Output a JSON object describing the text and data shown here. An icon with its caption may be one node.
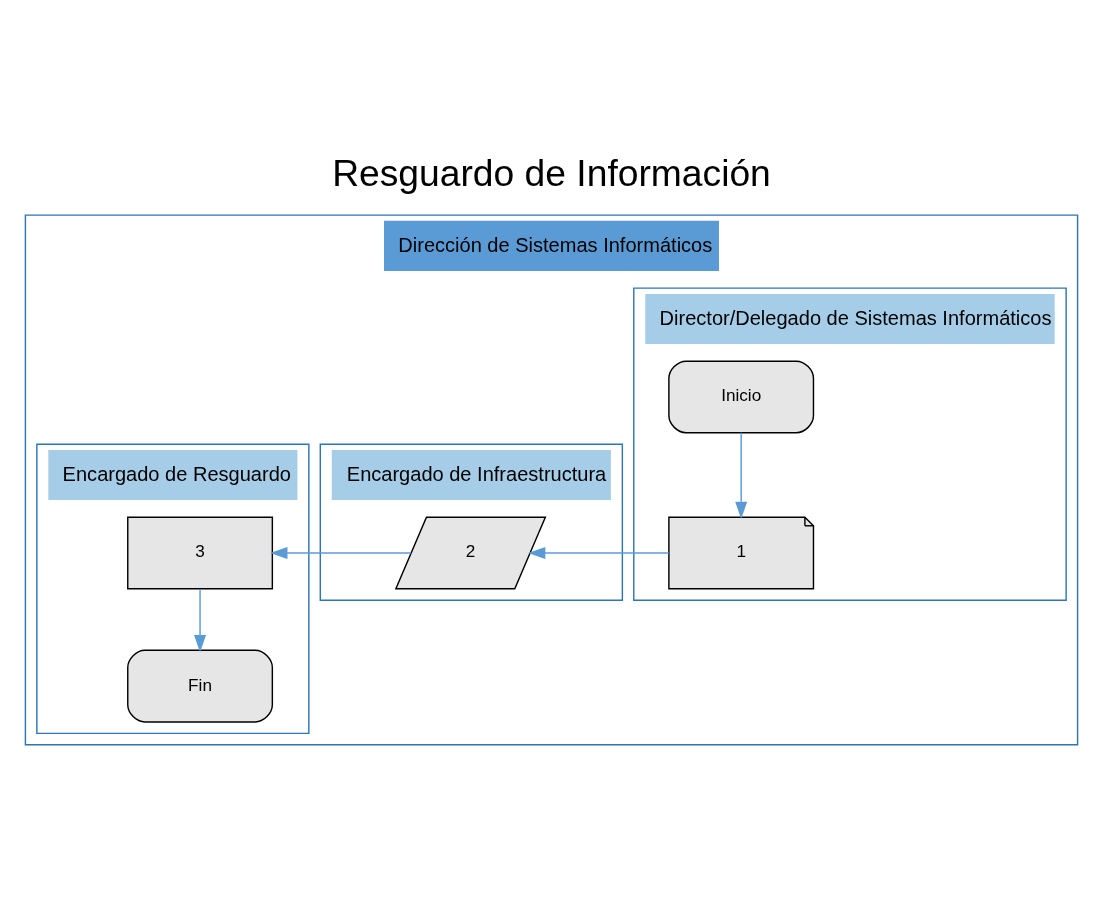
{
  "diagram": {
    "title": "Resguardo de Información",
    "nodes": [
      {
        "text": [
          "Dirección de Sistemas Informáticos"
        ]
      },
      {
        "text": [
          "Director/Delegado de Sistemas Informáticos"
        ],
        "in": 0
      },
      {
        "text": [
          "Encargado de Infraestructura"
        ],
        "in": 0
      },
      {
        "text": [
          "Encargado de Resguardo"
        ],
        "in": 0
      },
      {
        "text": [
          "Inicio"
        ],
        "in": 1
      },
      {
        "text": [
          "1"
        ],
        "in": 1
      },
      {
        "text": [
          "2"
        ],
        "in": 2
      },
      {
        "text": [
          "3"
        ],
        "in": 3
      },
      {
        "text": [
          "Fin"
        ],
        "in": 3
      }
    ],
    "edges": [
      {
        "from": 4,
        "to": 5,
        "arrow": "to"
      },
      {
        "from": 5,
        "to": 6,
        "arrow": "to"
      },
      {
        "from": 6,
        "to": 7,
        "arrow": "to"
      },
      {
        "from": 7,
        "to": 8,
        "arrow": "to"
      }
    ]
  }
}
